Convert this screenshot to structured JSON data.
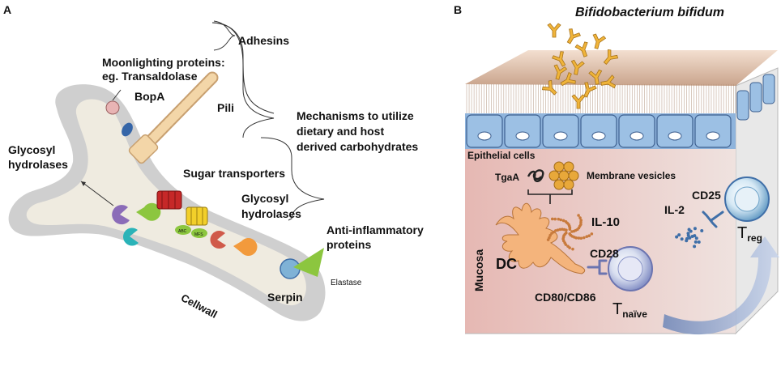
{
  "panel_a": {
    "panel_label": "A",
    "adhesins": "Adhesins",
    "moonlighting_line1": "Moonlighting proteins:",
    "moonlighting_line2": "eg. Transaldolase",
    "bopa": "BopA",
    "pili": "Pili",
    "mechanisms_line1": "Mechanisms to utilize",
    "mechanisms_line2": "dietary and host",
    "mechanisms_line3": "derived carbohydrates",
    "glycosyl_left_line1": "Glycosyl",
    "glycosyl_left_line2": "hydrolases",
    "sugar_transporters": "Sugar transporters",
    "glycosyl_right_line1": "Glycosyl",
    "glycosyl_right_line2": "hydrolases",
    "anti_inflammatory_line1": "Anti-inflammatory",
    "anti_inflammatory_line2": "proteins",
    "elastase": "Elastase",
    "serpin": "Serpin",
    "cellwall": "Cellwall",
    "abc_label": "ABC",
    "mfs_label": "MFS"
  },
  "panel_b": {
    "panel_label": "B",
    "title": "Bifidobacterium bifidum",
    "epithelial_cells": "Epithelial cells",
    "tgaa": "TgaA",
    "membrane_vesicles": "Membrane vesicles",
    "il10": "IL-10",
    "mucosa": "Mucosa",
    "dc": "DC",
    "cd28": "CD28",
    "cd80_cd86": "CD80/CD86",
    "il2": "IL-2",
    "cd25": "CD25",
    "treg_main": "T",
    "treg_sub": "reg",
    "tnaive_main": "T",
    "tnaive_sub": "naïve"
  },
  "colors": {
    "cell_body": "#efebe0",
    "cell_wall": "#cfcfcf",
    "epithelium_blue": "#8fb4dc",
    "mucosa_pink": "#e9c9c3",
    "bacteria_yellow": "#f0b43a",
    "dc_orange": "#f4b47c",
    "vesicle_orange": "#e2a23c",
    "serpin_blue": "#7fb2d6",
    "elastase_green": "#8cc63f",
    "cytokine_blue": "#3f6fa8",
    "il10_brown": "#c87a3c"
  }
}
